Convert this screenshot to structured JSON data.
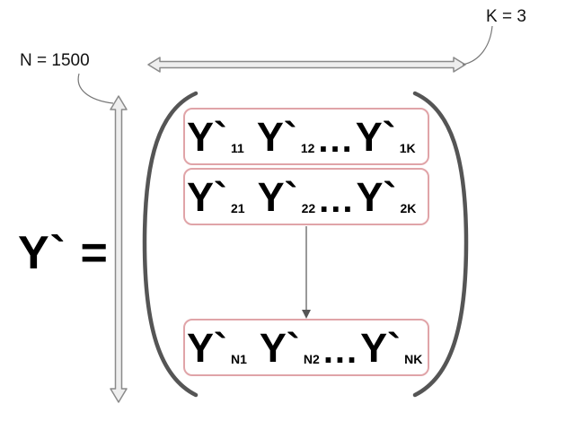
{
  "labels": {
    "n": "N = 1500",
    "k": "K = 3",
    "matrix": "Y` ="
  },
  "rows": [
    {
      "cells": [
        {
          "sym": "Y`",
          "sub": "11"
        },
        {
          "sym": "Y`",
          "sub": "12"
        }
      ],
      "dots": "...",
      "last": {
        "sym": "Y`",
        "sub": "1K"
      }
    },
    {
      "cells": [
        {
          "sym": "Y`",
          "sub": "21"
        },
        {
          "sym": "Y`",
          "sub": "22"
        }
      ],
      "dots": "...",
      "last": {
        "sym": "Y`",
        "sub": "2K"
      }
    },
    {
      "cells": [
        {
          "sym": "Y`",
          "sub": "N1"
        },
        {
          "sym": "Y`",
          "sub": "N2"
        }
      ],
      "dots": "...",
      "last": {
        "sym": "Y`",
        "sub": "NK"
      }
    }
  ],
  "colors": {
    "row_border": "#e0a4a8",
    "bracket": "#555555",
    "arrow_fill": "#eeeeee",
    "arrow_stroke": "#8a8a8a"
  }
}
